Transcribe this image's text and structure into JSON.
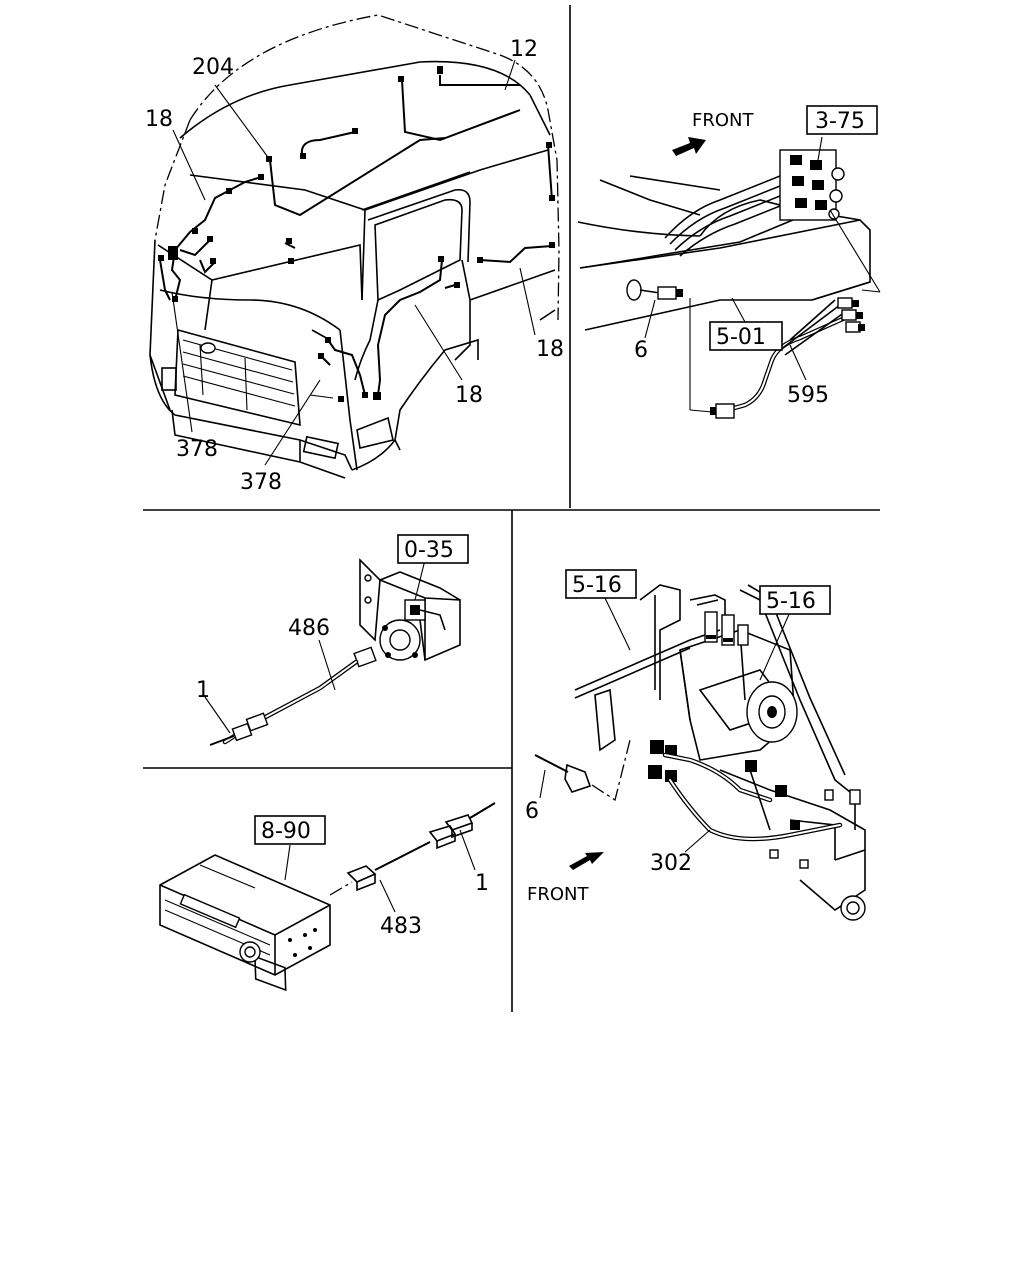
{
  "panels": {
    "cab": {
      "callouts": [
        "204",
        "12",
        "18",
        "18",
        "18",
        "378",
        "378"
      ]
    },
    "frame": {
      "direction": "FRONT",
      "ref_boxes": [
        "3-75",
        "5-01"
      ],
      "callouts": [
        "6",
        "595"
      ]
    },
    "switch": {
      "ref_box": "0-35",
      "callouts": [
        "486",
        "1"
      ]
    },
    "radio": {
      "ref_box": "8-90",
      "callouts": [
        "483",
        "1"
      ]
    },
    "abs": {
      "direction": "FRONT",
      "ref_boxes": [
        "5-16",
        "5-16"
      ],
      "callouts": [
        "6",
        "302"
      ]
    }
  },
  "colors": {
    "ink": "#000000",
    "paper": "#ffffff"
  }
}
